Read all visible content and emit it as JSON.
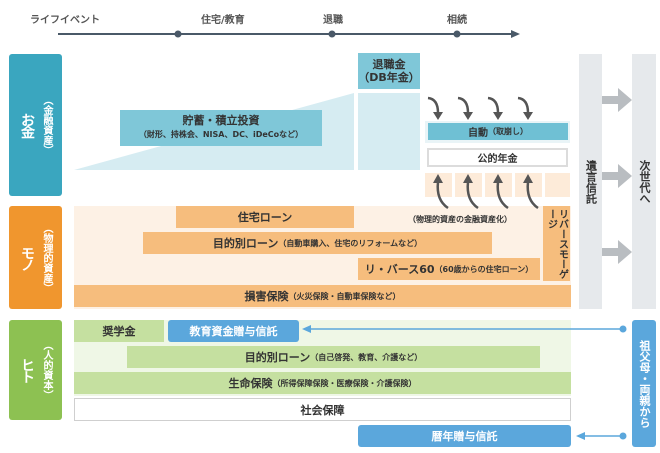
{
  "timeline": {
    "label": "ライフイベント",
    "events": [
      "住宅/教育",
      "退職",
      "相続"
    ]
  },
  "categories": {
    "money": {
      "main": "お金",
      "sub": "（金融資産）"
    },
    "things": {
      "main": "モノ",
      "sub": "（物理的資産）"
    },
    "people": {
      "main": "ヒト",
      "sub": "（人的資本）"
    }
  },
  "money": {
    "savings_title": "貯蓄・積立投資",
    "savings_sub": "（財形、持株会、NISA、DC、iDeCoなど）",
    "retirement_title": "退職金",
    "retirement_sub": "（DB年金）",
    "auto_withdraw_main": "自動",
    "auto_withdraw_sub": "（取崩し）",
    "public_pension": "公的年金"
  },
  "things": {
    "housing_loan": "住宅ローン",
    "liquidation_note": "（物理的資産の金融資産化）",
    "purpose_loan_main": "目的別ローン",
    "purpose_loan_sub": "（自動車購入、住宅のリフォームなど）",
    "rebirth60_main": "リ・バース60",
    "rebirth60_sub": "（60歳からの住宅ローン）",
    "reverse_mortgage": "リバースモーゲージ",
    "property_insurance_main": "損害保険",
    "property_insurance_sub": "（火災保険・自動車保険など）"
  },
  "people": {
    "scholarship": "奨学金",
    "education_trust": "教育資金贈与信託",
    "purpose_loan_main": "目的別ローン",
    "purpose_loan_sub": "（自己啓発、教育、介護など）",
    "life_insurance_main": "生命保険",
    "life_insurance_sub": "（所得保障保険・医療保険・介護保険）",
    "social_security": "社会保障",
    "annual_gift_trust": "暦年贈与信託"
  },
  "right": {
    "will_trust": "遺言信託",
    "next_generation": "次世代へ",
    "from_grandparents": "祖父母・両親から"
  },
  "colors": {
    "money": "#3aa6bf",
    "money_light": "#7fc7d8",
    "money_pale": "#d6ecf2",
    "things": "#f0962e",
    "things_bar": "#f6bd7d",
    "things_pale": "#fdf1e5",
    "people": "#8dc152",
    "people_bar": "#c5e0a0",
    "people_pale": "#eff7e6",
    "trust_blue": "#5ba7dc",
    "grey_col": "#e6e9ec",
    "timeline": "#4a5968"
  }
}
